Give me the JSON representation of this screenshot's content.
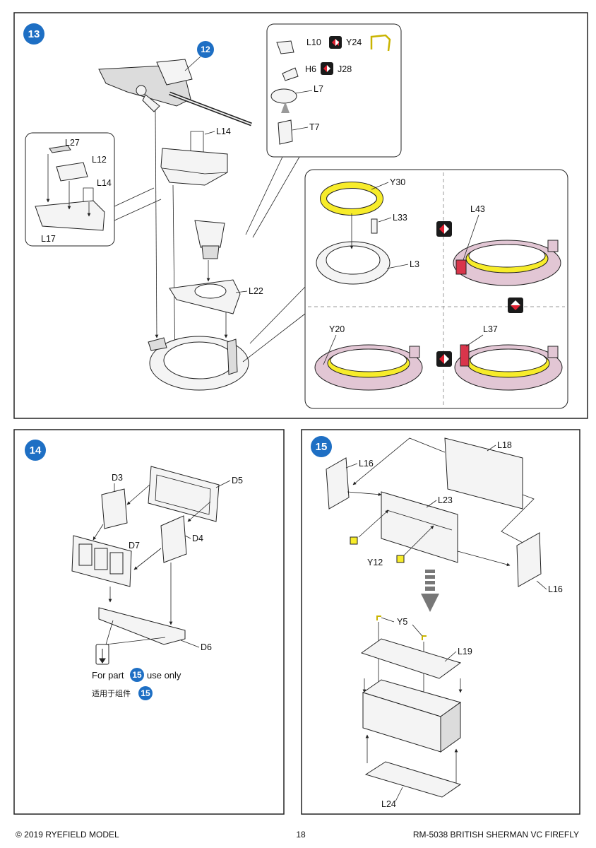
{
  "steps": {
    "s13": {
      "number": "13",
      "ref_step": "12",
      "labels": {
        "L10": "L10",
        "Y24": "Y24",
        "H6": "H6",
        "J28": "J28",
        "L7": "L7",
        "T7": "T7",
        "L27": "L27",
        "L12": "L12",
        "L14a": "L14",
        "L14b": "L14",
        "L17": "L17",
        "L22": "L22",
        "Y30": "Y30",
        "L33": "L33",
        "L3": "L3",
        "L43": "L43",
        "Y20": "Y20",
        "L37": "L37"
      }
    },
    "s14": {
      "number": "14",
      "labels": {
        "D3": "D3",
        "D5": "D5",
        "D7": "D7",
        "D4": "D4",
        "D6": "D6"
      },
      "note_en_prefix": "For part",
      "note_en_ref": "15",
      "note_en_suffix": "use only",
      "note_cn": "适用于组件",
      "note_cn_ref": "15"
    },
    "s15": {
      "number": "15",
      "labels": {
        "L16a": "L16",
        "L18": "L18",
        "L23": "L23",
        "Y12": "Y12",
        "L16b": "L16",
        "Y5": "Y5",
        "L19": "L19",
        "L24": "L24"
      }
    }
  },
  "footer": {
    "copyright": "© 2019 RYEFIELD MODEL",
    "page": "18",
    "product": "RM-5038 BRITISH SHERMAN VC FIREFLY"
  },
  "colors": {
    "step_badge": "#1e6fc4",
    "yellow_part": "#f7ec2a",
    "pink_part": "#e2c6d4",
    "red_part": "#d9354b",
    "arrow_icon_bg": "#1a1a1a",
    "arrow_icon_red": "#e02030"
  }
}
